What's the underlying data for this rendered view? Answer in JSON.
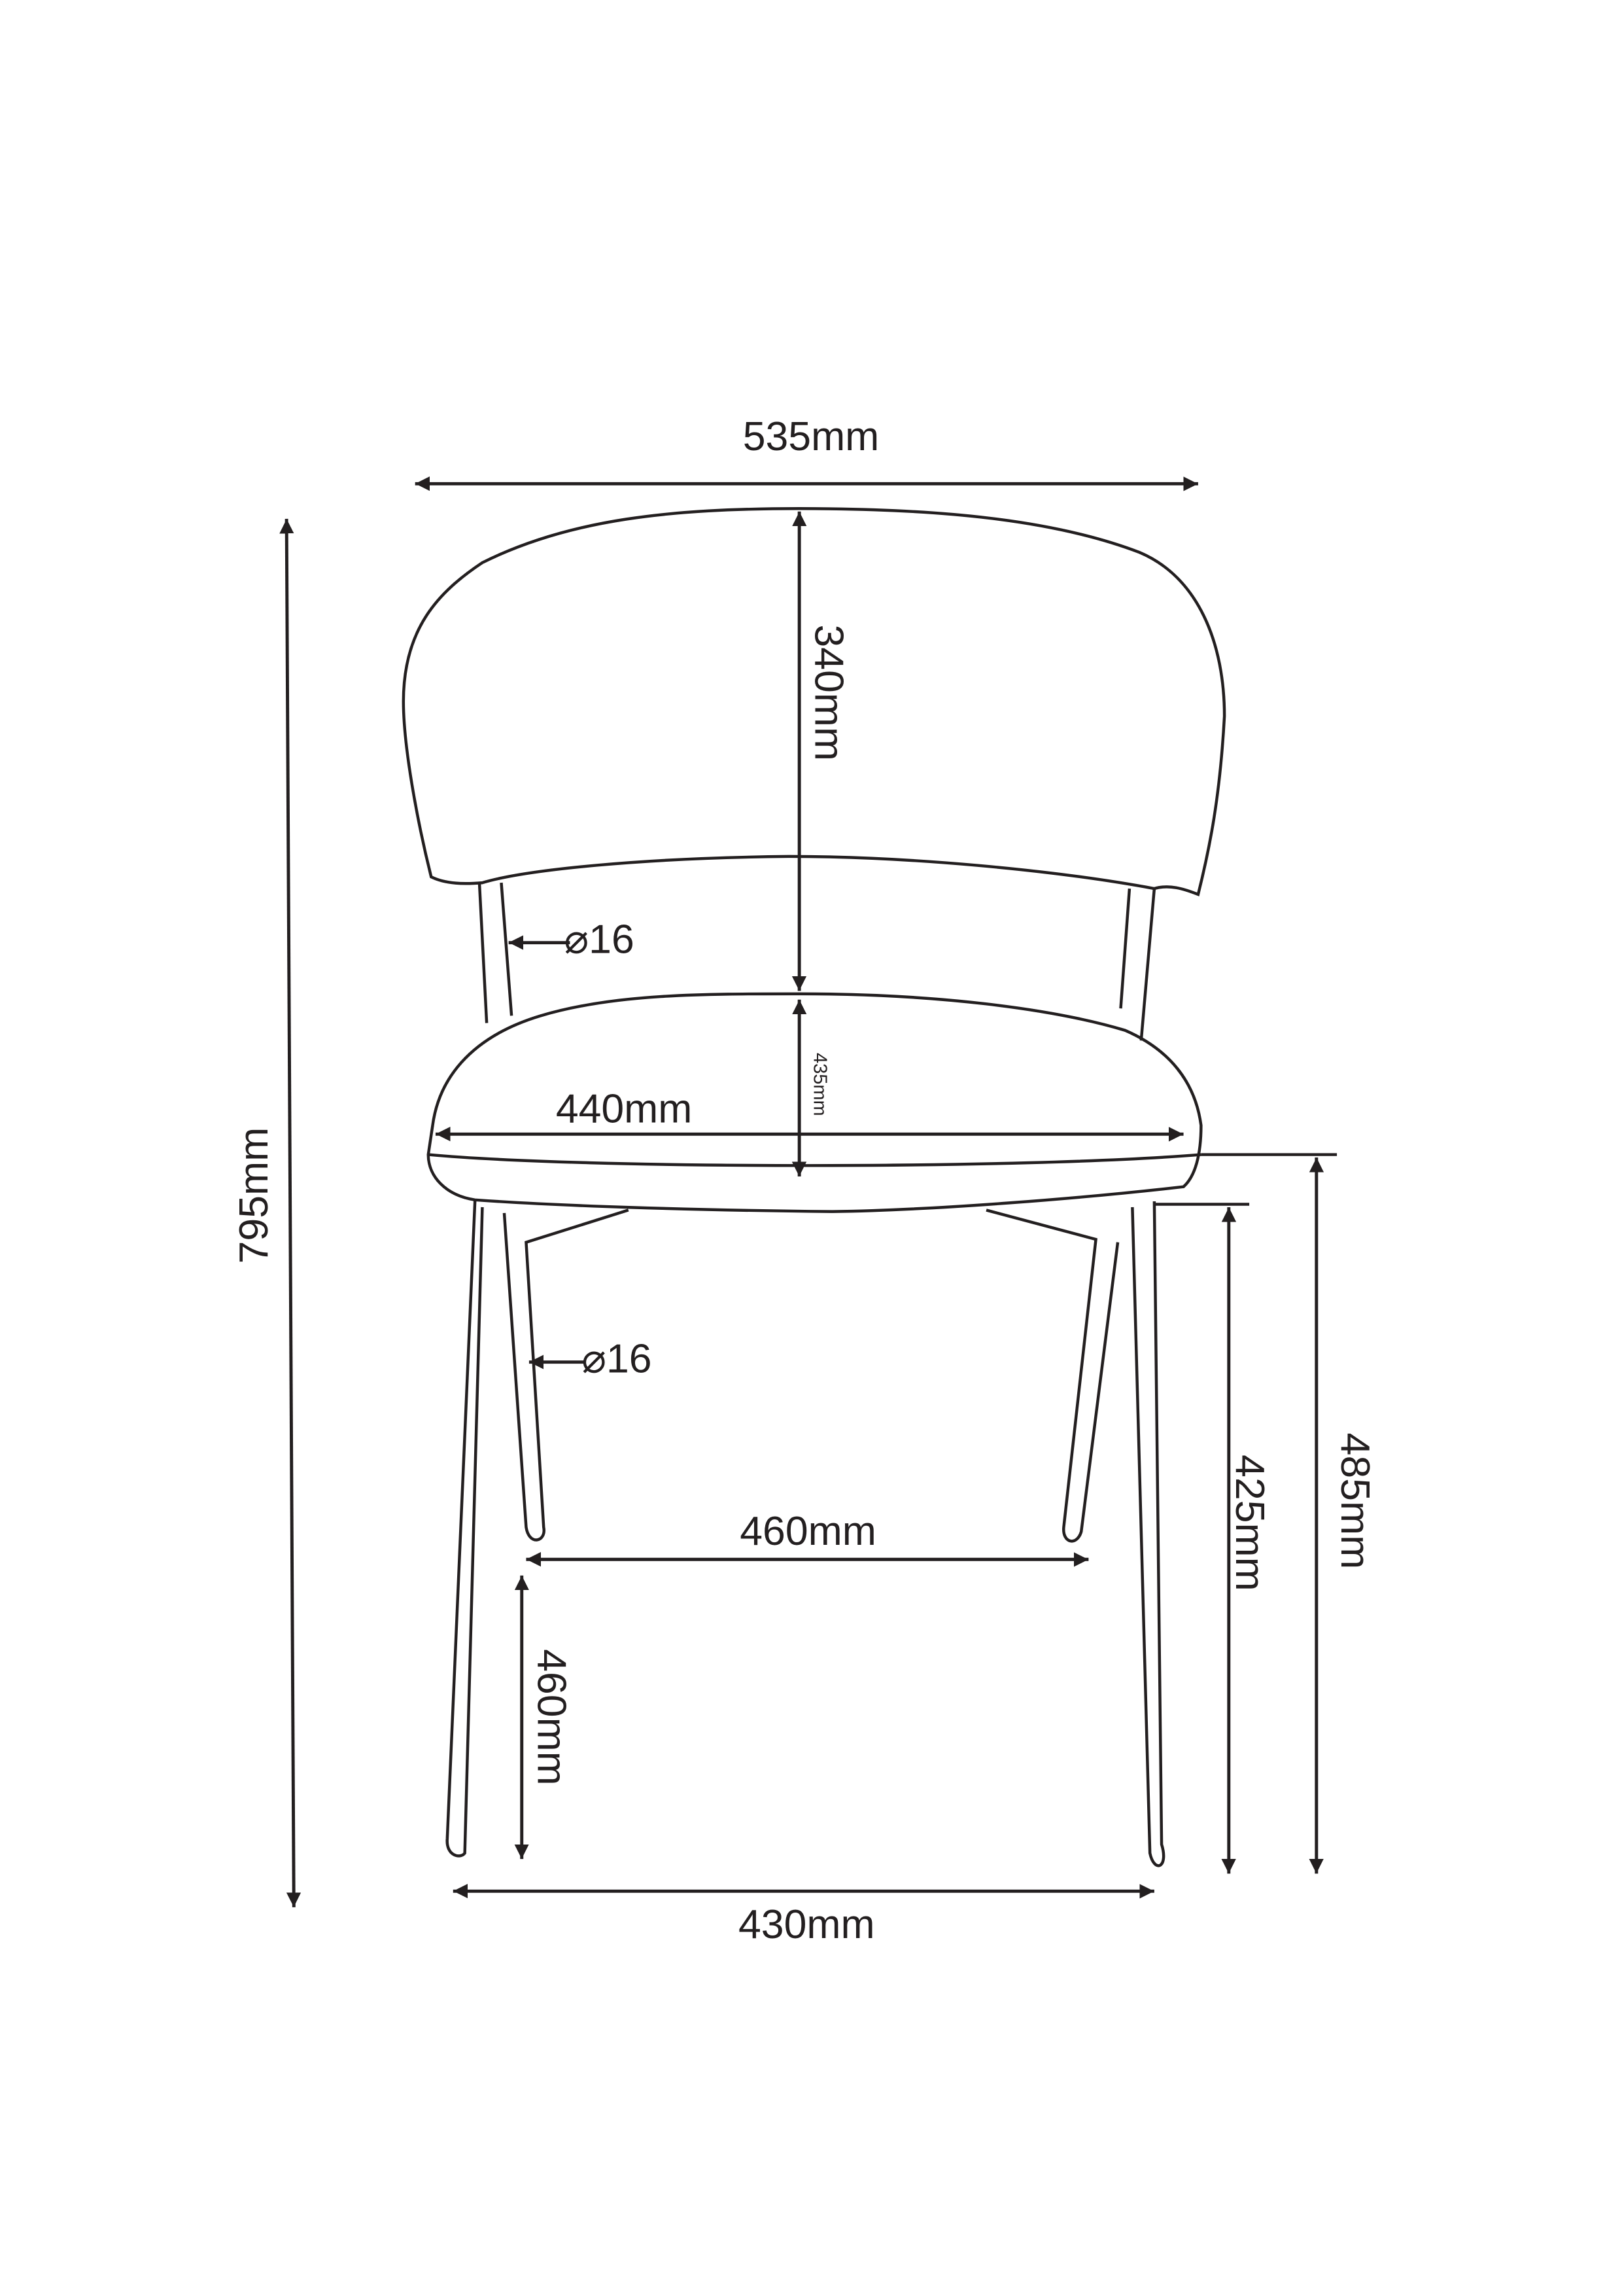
{
  "dimensions": {
    "backrest_width": "535mm",
    "backrest_height": "340mm",
    "seat_thickness": "435mm",
    "seat_width": "440mm",
    "tube_diameter_top": "⌀16",
    "tube_diameter_bottom": "⌀16",
    "inner_leg_span": "460mm",
    "foot_height": "460mm",
    "base_width": "430mm",
    "total_height": "795mm",
    "leg_height": "425mm",
    "seat_height": "485mm"
  },
  "colors": {
    "line": "#231f20",
    "background": "#ffffff"
  }
}
